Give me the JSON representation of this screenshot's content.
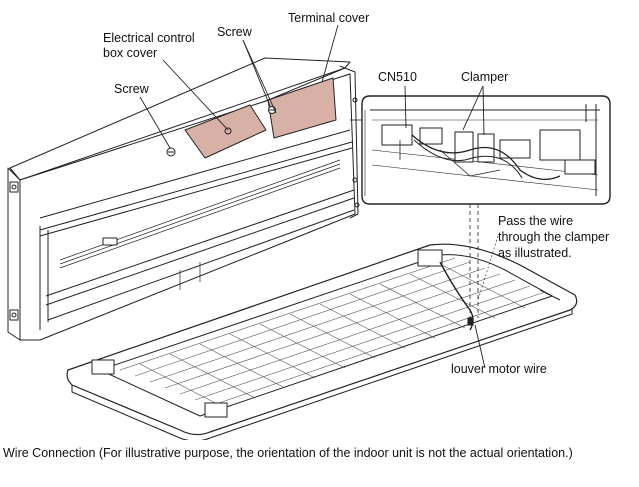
{
  "labels": {
    "terminal_cover": "Terminal cover",
    "screw_top": "Screw",
    "electrical_box_line1": "Electrical control",
    "electrical_box_line2": "box cover",
    "screw_left": "Screw",
    "cn510": "CN510",
    "clamper": "Clamper",
    "pass_wire_line1": "Pass the wire",
    "pass_wire_line2": "through the clamper",
    "pass_wire_line3": "as illustrated.",
    "louver_motor_wire": "louver motor wire"
  },
  "caption": "Wire Connection (For illustrative purpose, the orientation of the indoor unit is not the actual orientation.)",
  "colors": {
    "cover_fill": "#d7b0a6",
    "line": "#222222",
    "panel_fill": "#ffffff",
    "grid": "#555555"
  }
}
